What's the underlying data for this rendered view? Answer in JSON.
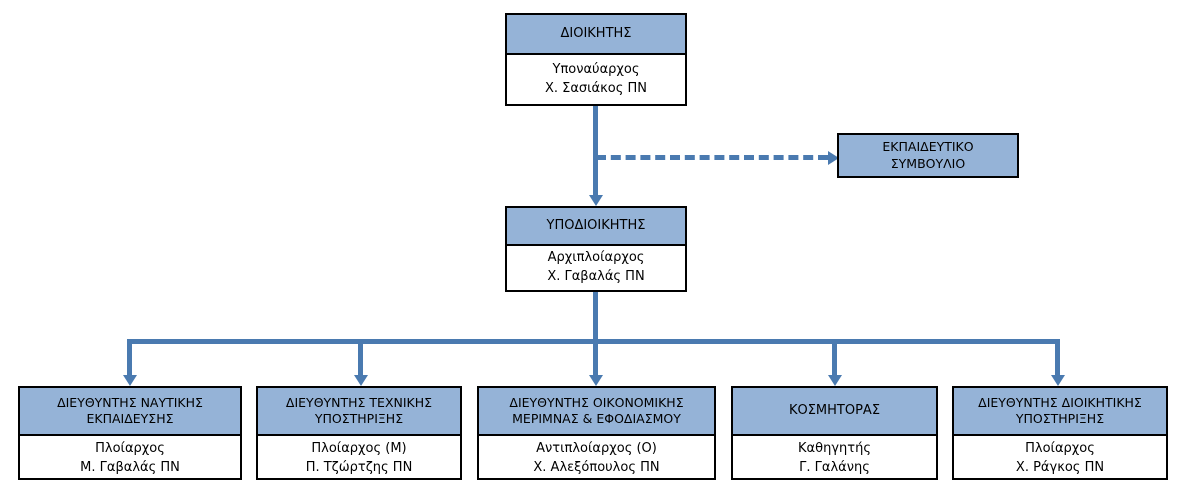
{
  "diagram": {
    "type": "organizational-chart",
    "title": "",
    "colors": {
      "header_fill": "#95b3d7",
      "box_border": "#000000",
      "connector": "#4a7ab0",
      "body_fill": "#ffffff",
      "background": "#ffffff"
    },
    "nodes": {
      "commander": {
        "title": "ΔΙΟΙΚΗΤΗΣ",
        "rank": "Υποναύαρχος",
        "name": "Χ. Σασιάκος ΠΝ"
      },
      "educational_council": {
        "title_line1": "ΕΚΠΑΙΔΕΥΤΙΚΟ",
        "title_line2": "ΣΥΜΒΟΥΛΙΟ"
      },
      "deputy_commander": {
        "title": "ΥΠΟΔΙΟΙΚΗΤΗΣ",
        "rank": "Αρχιπλοίαρχος",
        "name": "Χ. Γαβαλάς ΠΝ"
      }
    },
    "directorates": [
      {
        "title_line1": "ΔΙΕΥΘΥΝΤΗΣ ΝΑΥΤΙΚΗΣ",
        "title_line2": "ΕΚΠΑΙΔΕΥΣΗΣ",
        "rank": "Πλοίαρχος",
        "name": "Μ. Γαβαλάς ΠΝ"
      },
      {
        "title_line1": "ΔΙΕΥΘΥΝΤΗΣ ΤΕΧΝΙΚΗΣ",
        "title_line2": "ΥΠΟΣΤΗΡΙΞΗΣ",
        "rank": "Πλοίαρχος (Μ)",
        "name": "Π. Τζώρτζης ΠΝ"
      },
      {
        "title_line1": "ΔΙΕΥΘΥΝΤΗΣ ΟΙΚΟΝΟΜΙΚΗΣ",
        "title_line2": "ΜΕΡΙΜΝΑΣ & ΕΦΟΔΙΑΣΜΟΥ",
        "rank": "Αντιπλοίαρχος (Ο)",
        "name": "Χ. Αλεξόπουλος ΠΝ"
      },
      {
        "title_line1": "ΚΟΣΜΗΤΟΡΑΣ",
        "title_line2": "",
        "rank": "Καθηγητής",
        "name": "Γ. Γαλάνης"
      },
      {
        "title_line1": "ΔΙΕΥΘΥΝΤΗΣ ΔΙΟΙΚΗΤΙΚΗΣ",
        "title_line2": "ΥΠΟΣΤΗΡΙΞΗΣ",
        "rank": "Πλοίαρχος",
        "name": "Χ. Ράγκος ΠΝ"
      }
    ]
  }
}
